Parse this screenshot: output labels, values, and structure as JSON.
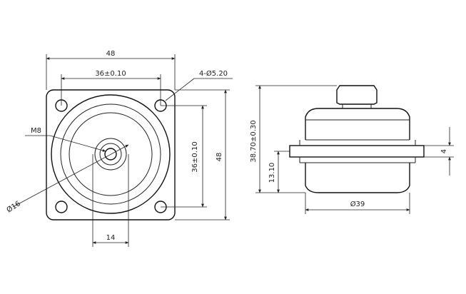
{
  "front_view": {
    "overall_width": "48",
    "hole_spacing_horizontal": "36±0.10",
    "hole_callout": "4-Ø5.20",
    "thread_label": "M8",
    "outer_diameter": "Ø16",
    "hole_spacing_vertical": "36±0.10",
    "overall_height": "48",
    "stud_width": "14"
  },
  "side_view": {
    "overall_height": "38.70±0.30",
    "flange_height": "13.10",
    "flange_thickness": "4",
    "body_diameter": "Ø39"
  }
}
